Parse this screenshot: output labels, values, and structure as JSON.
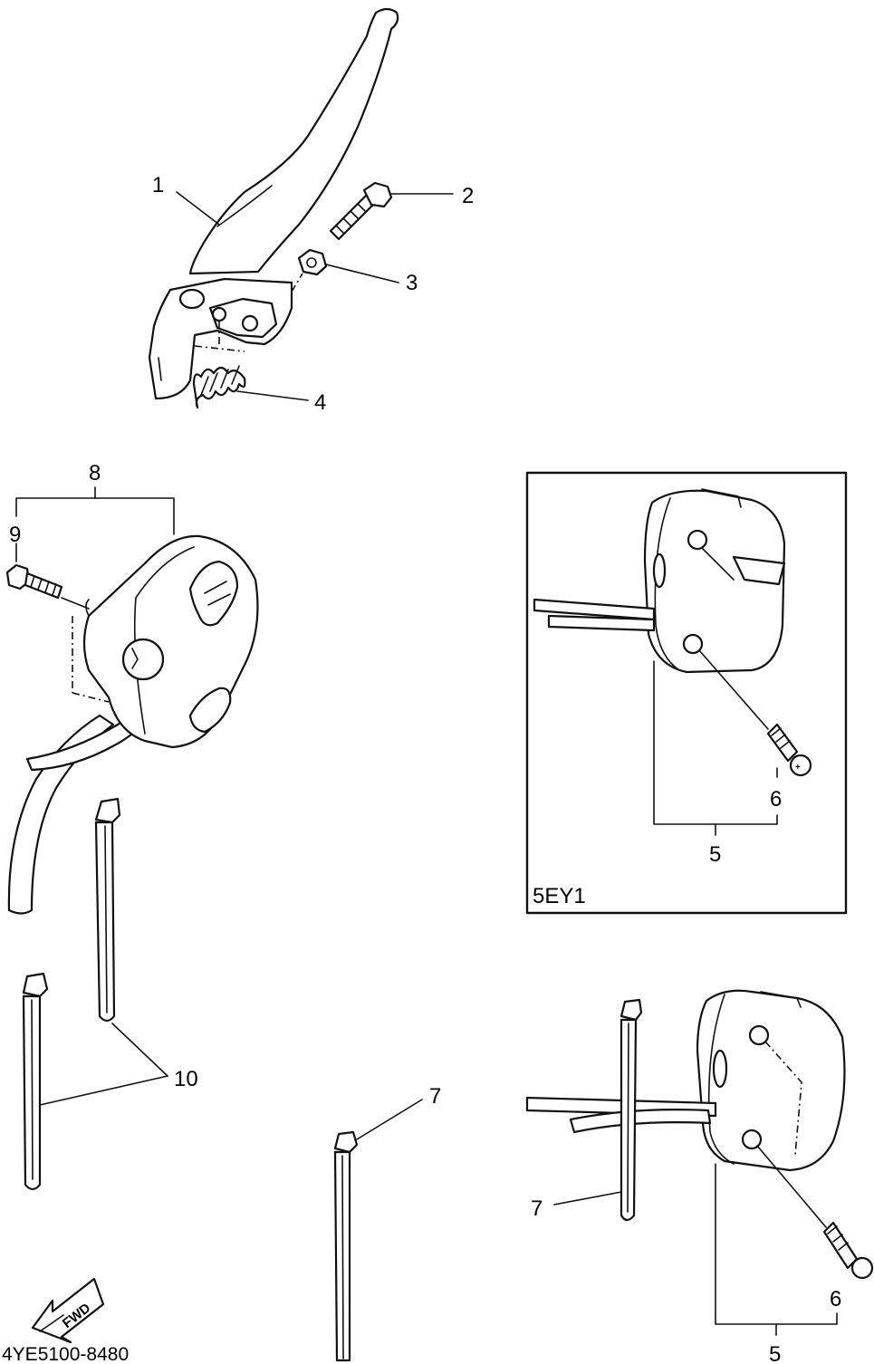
{
  "diagram": {
    "callouts": {
      "c1": "1",
      "c2": "2",
      "c3": "3",
      "c4": "4",
      "c5_inset": "5",
      "c5_main": "5",
      "c6_inset": "6",
      "c6_main": "6",
      "c7_top": "7",
      "c7_bottom": "7",
      "c8": "8",
      "c9": "9",
      "c10": "10"
    },
    "inset_label": "5EY1",
    "fwd_label": "FWD",
    "drawing_code": "4YE5100-8480"
  }
}
